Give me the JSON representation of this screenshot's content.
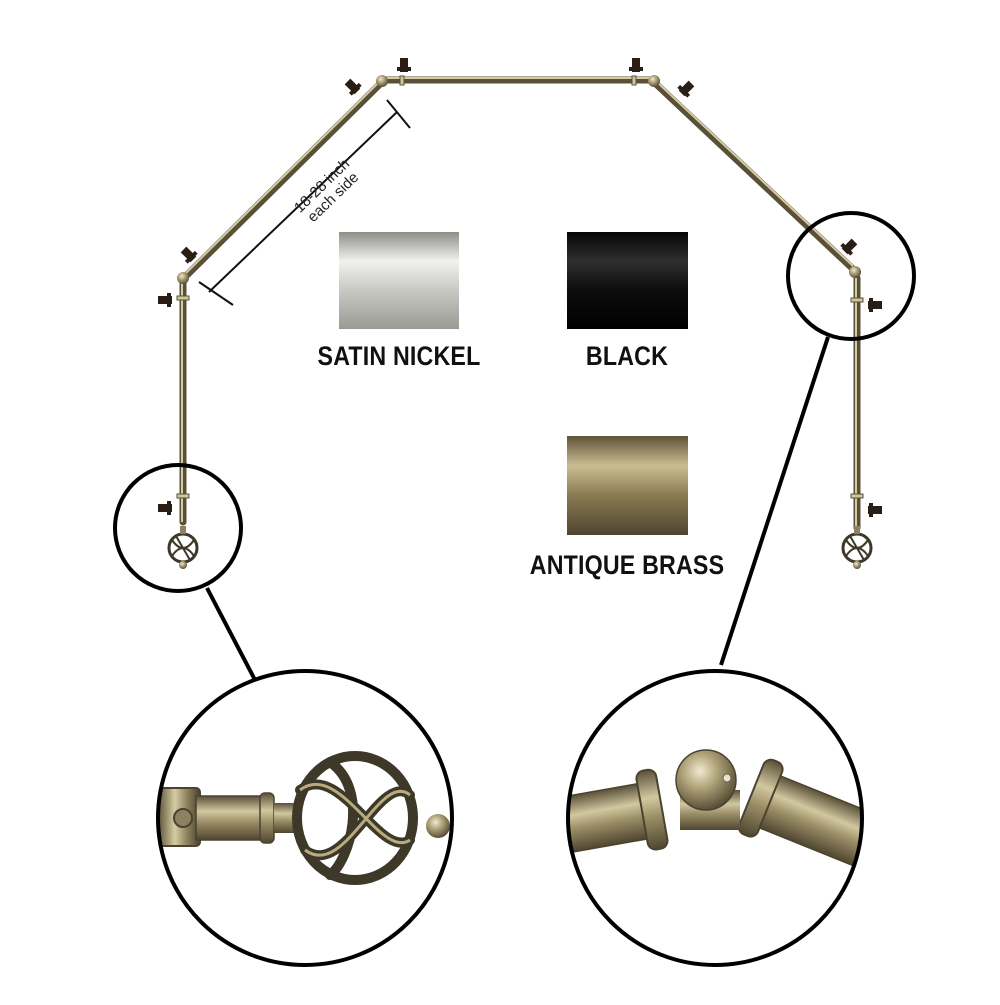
{
  "dimension": {
    "line1": "18-28 inch",
    "line2": "each side"
  },
  "finishes": [
    {
      "name": "SATIN NICKEL",
      "swatch_colors": [
        "#8e8e89",
        "#f1f1ee",
        "#c9c9c4",
        "#9a9a95"
      ]
    },
    {
      "name": "BLACK",
      "swatch_colors": [
        "#050505",
        "#2f2f2f",
        "#0d0d0d",
        "#000000"
      ]
    },
    {
      "name": "ANTIQUE BRASS",
      "swatch_colors": [
        "#5e5238",
        "#cbbd92",
        "#8a7a52",
        "#4f4530"
      ]
    }
  ],
  "rod": {
    "finish_shown": "ANTIQUE BRASS",
    "finial_style": "cage-finial-icon",
    "joint_style": "elbow-joint-icon"
  },
  "colors": {
    "rod_light": "#cfc59f",
    "rod_mid": "#8d8260",
    "rod_dark": "#4a4330",
    "bracket": "#2a1d15",
    "outline": "#000000"
  }
}
